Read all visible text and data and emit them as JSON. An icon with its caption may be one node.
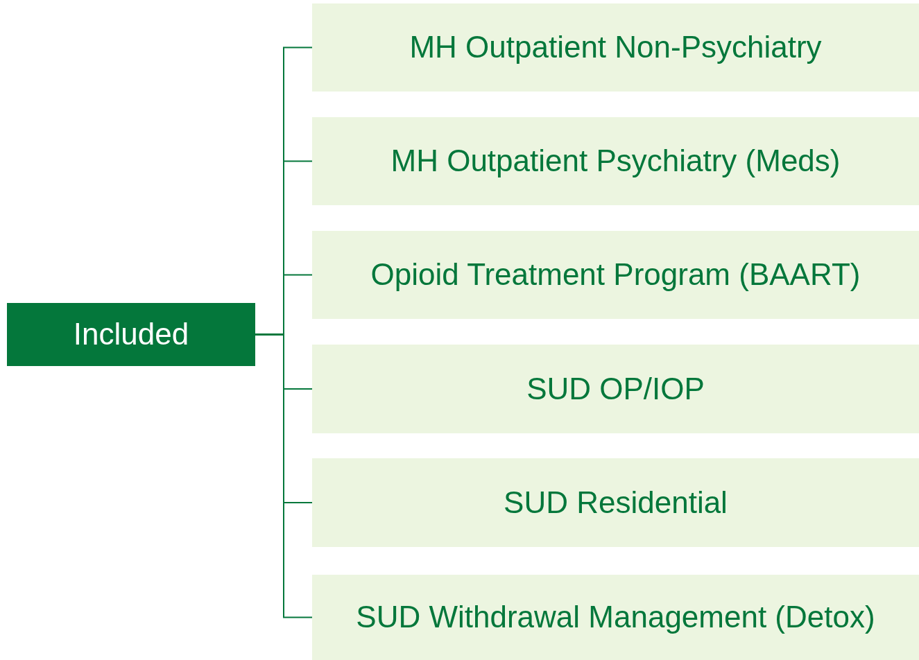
{
  "diagram": {
    "nodes": [
      {
        "text": [
          "Included"
        ]
      },
      {
        "text": [
          "MH Outpatient Non-Psychiatry"
        ]
      },
      {
        "text": [
          "MH Outpatient Psychiatry (Meds)"
        ]
      },
      {
        "text": [
          "Opioid Treatment Program (BAART)"
        ]
      },
      {
        "text": [
          "SUD OP/IOP"
        ]
      },
      {
        "text": [
          "SUD Residential"
        ]
      },
      {
        "text": [
          "SUD Withdrawal Management (Detox)"
        ]
      }
    ],
    "edges": [
      {
        "from": 0,
        "to": 1,
        "arrow": "none"
      },
      {
        "from": 0,
        "to": 2,
        "arrow": "none"
      },
      {
        "from": 0,
        "to": 3,
        "arrow": "none"
      },
      {
        "from": 0,
        "to": 4,
        "arrow": "none"
      },
      {
        "from": 0,
        "to": 5,
        "arrow": "none"
      },
      {
        "from": 0,
        "to": 6,
        "arrow": "none"
      }
    ]
  }
}
